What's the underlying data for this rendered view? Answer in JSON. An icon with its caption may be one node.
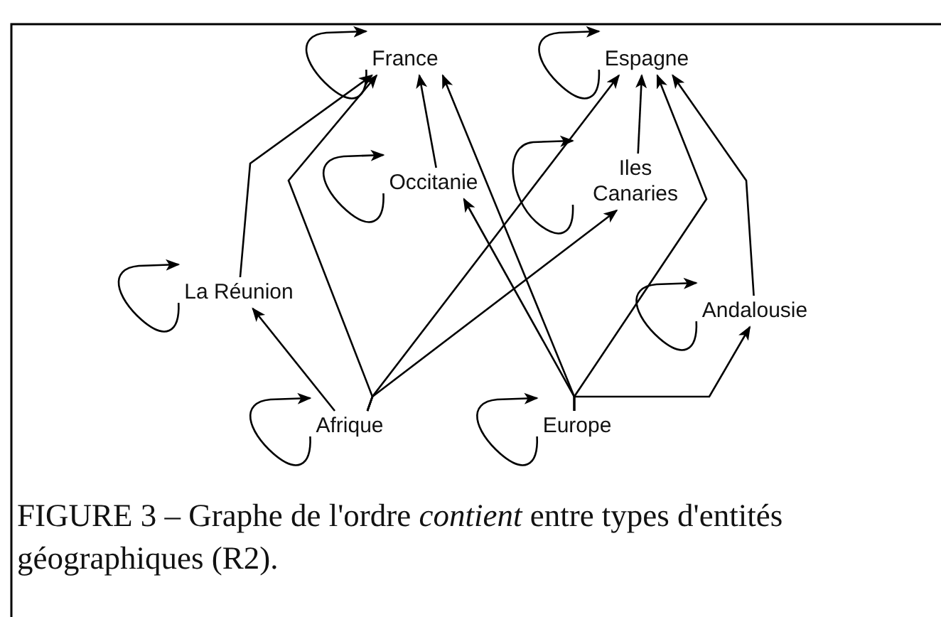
{
  "diagram": {
    "caption": "FIGURE 3 – Graphe de l'ordre *contient* entre types d'entités géographiques (R2).",
    "nodes": [
      {
        "text": [
          "France"
        ]
      },
      {
        "text": [
          "Espagne"
        ]
      },
      {
        "text": [
          "Occitanie"
        ]
      },
      {
        "text": [
          "Iles Canaries"
        ]
      },
      {
        "text": [
          "La Réunion"
        ]
      },
      {
        "text": [
          "Andalousie"
        ]
      },
      {
        "text": [
          "Afrique"
        ]
      },
      {
        "text": [
          "Europe"
        ]
      }
    ],
    "edges": [
      {
        "from": 4,
        "to": 0,
        "arrow": "to"
      },
      {
        "from": 6,
        "to": 0,
        "arrow": "to"
      },
      {
        "from": 2,
        "to": 0,
        "arrow": "to"
      },
      {
        "from": 7,
        "to": 0,
        "arrow": "to"
      },
      {
        "from": 7,
        "to": 2,
        "arrow": "to"
      },
      {
        "from": 6,
        "to": 1,
        "arrow": "to"
      },
      {
        "from": 6,
        "to": 3,
        "arrow": "to"
      },
      {
        "from": 6,
        "to": 4,
        "arrow": "to"
      },
      {
        "from": 3,
        "to": 1,
        "arrow": "to"
      },
      {
        "from": 7,
        "to": 1,
        "arrow": "to"
      },
      {
        "from": 5,
        "to": 1,
        "arrow": "to"
      },
      {
        "from": 7,
        "to": 5,
        "arrow": "to"
      },
      {
        "from": 0,
        "to": 0,
        "arrow": "to"
      },
      {
        "from": 1,
        "to": 1,
        "arrow": "to"
      },
      {
        "from": 2,
        "to": 2,
        "arrow": "to"
      },
      {
        "from": 3,
        "to": 3,
        "arrow": "to"
      },
      {
        "from": 4,
        "to": 4,
        "arrow": "to"
      },
      {
        "from": 5,
        "to": 5,
        "arrow": "to"
      },
      {
        "from": 6,
        "to": 6,
        "arrow": "to"
      },
      {
        "from": 7,
        "to": 7,
        "arrow": "to"
      }
    ]
  }
}
